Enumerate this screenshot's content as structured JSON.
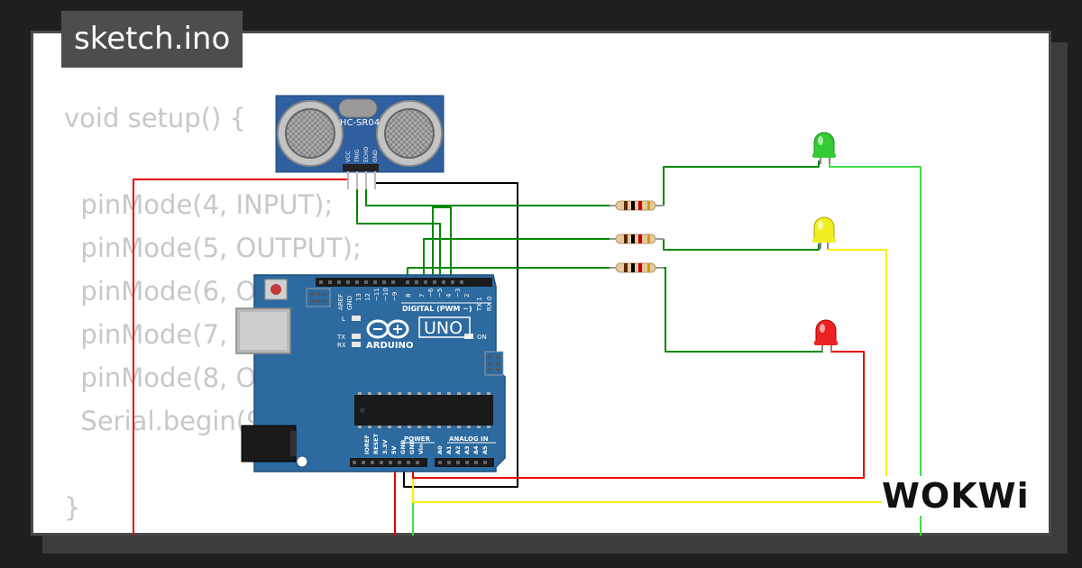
{
  "tab": {
    "title": "sketch.ino"
  },
  "code_lines": [
    "void setup() {",
    "",
    "  pinMode(4, INPUT);",
    "  pinMode(5, OUTPUT);",
    "  pinMode(6, OUTPUT);",
    "  pinMode(7, OUTPUT);",
    "  pinMode(8, OUTPUT);",
    "  Serial.begin(9600);",
    "",
    "}"
  ],
  "sensor": {
    "label": "HC-SR04",
    "pins": [
      "VCC",
      "TRIG",
      "ECHO",
      "GND"
    ]
  },
  "board": {
    "brand": "ARDUINO",
    "model": "UNO",
    "digital_label": "DIGITAL (PWM ~)",
    "digital_pins": [
      "AREF",
      "GND",
      "13",
      "12",
      "~11",
      "~10",
      "~9",
      "8",
      "7",
      "~6",
      "~5",
      "4",
      "~3",
      "2",
      "TX 1",
      "RX 0"
    ],
    "power_label": "POWER",
    "power_pins": [
      "IOREF",
      "RESET",
      "3.3V",
      "5V",
      "GND",
      "GND",
      "Vin"
    ],
    "analog_label": "ANALOG IN",
    "analog_pins": [
      "A0",
      "A1",
      "A2",
      "A3",
      "A4",
      "A5"
    ],
    "led_labels": [
      "L",
      "TX",
      "RX",
      "ON"
    ]
  },
  "leds": [
    {
      "color": "green",
      "hex": "#33cc33"
    },
    {
      "color": "yellow",
      "hex": "#f0f020"
    },
    {
      "color": "red",
      "hex": "#ee2222"
    }
  ],
  "wire_colors": {
    "red": "#e60000",
    "black": "#000000",
    "green": "#008800",
    "yellow": "#ffee00",
    "lightgreen": "#44dd44"
  },
  "brand": {
    "text": "WOKWi"
  }
}
